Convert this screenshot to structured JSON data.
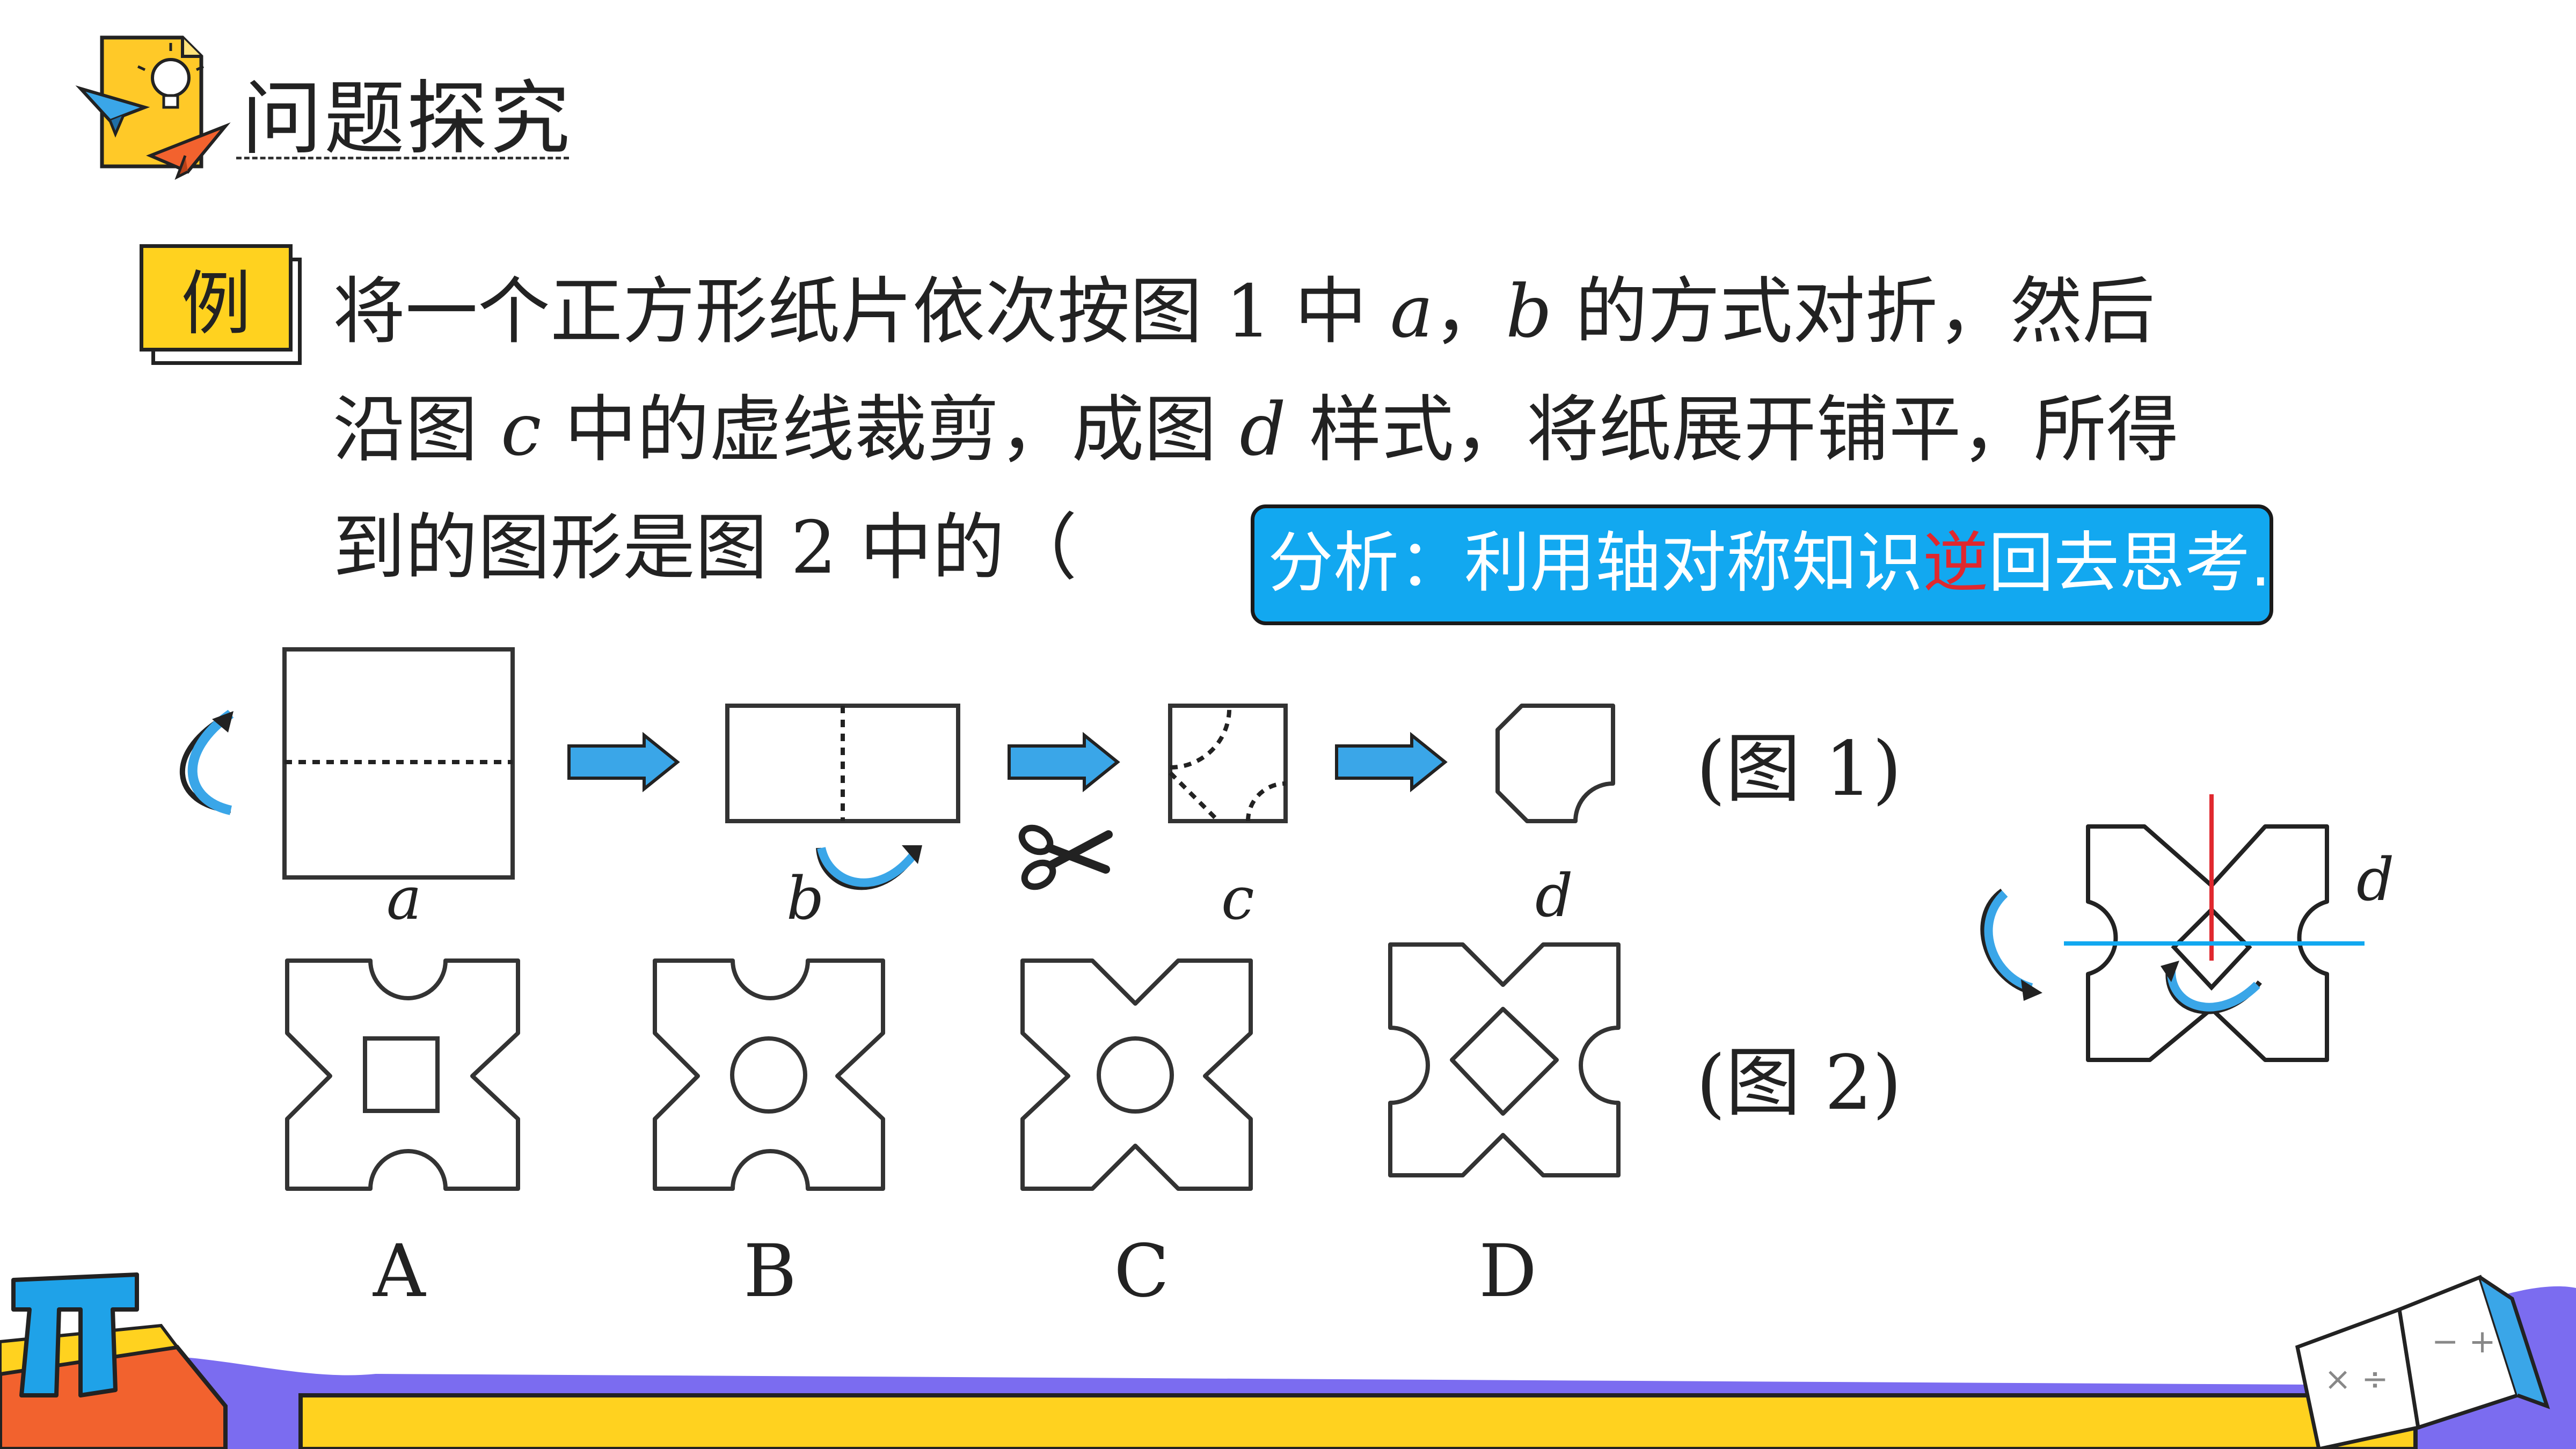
{
  "header": {
    "title": "问题探究",
    "icon": "lightbulb-document-paper-plane-icon"
  },
  "example": {
    "badge": "例",
    "line1": {
      "t1": "将一个正方形纸片依次按图 ",
      "n1": "1",
      "t2": " 中 ",
      "m1": "a",
      "t3": "，",
      "m2": "b",
      "t4": " 的方式对折，然后"
    },
    "line2": {
      "t1": "沿图 ",
      "m1": "c",
      "t2": " 中的虚线裁剪，成图 ",
      "m2": "d",
      "t3": " 样式，将纸展开铺平，所得"
    },
    "line3": {
      "t1": "到的图形是图 ",
      "n1": "2",
      "t2": " 中的（"
    }
  },
  "hint": {
    "prefix": "分析：利用轴对称知识",
    "highlight": "逆",
    "suffix": "回去思考."
  },
  "figure1": {
    "label": "(图 1)",
    "steps": [
      "a",
      "b",
      "c",
      "d"
    ]
  },
  "figure2": {
    "label": "(图 2)",
    "options": [
      "A",
      "B",
      "C",
      "D"
    ]
  },
  "analysis_figure": {
    "label": "d"
  },
  "colors": {
    "accent_yellow": "#FFD21F",
    "hint_blue": "#12A8F0",
    "highlight_red": "#E0282E",
    "arrow_blue": "#3AA6E8",
    "footer_purple": "#7B6CF0"
  },
  "decor": {
    "bottom_left": "pi-symbol-icon",
    "bottom_right": "open-book-icon"
  }
}
